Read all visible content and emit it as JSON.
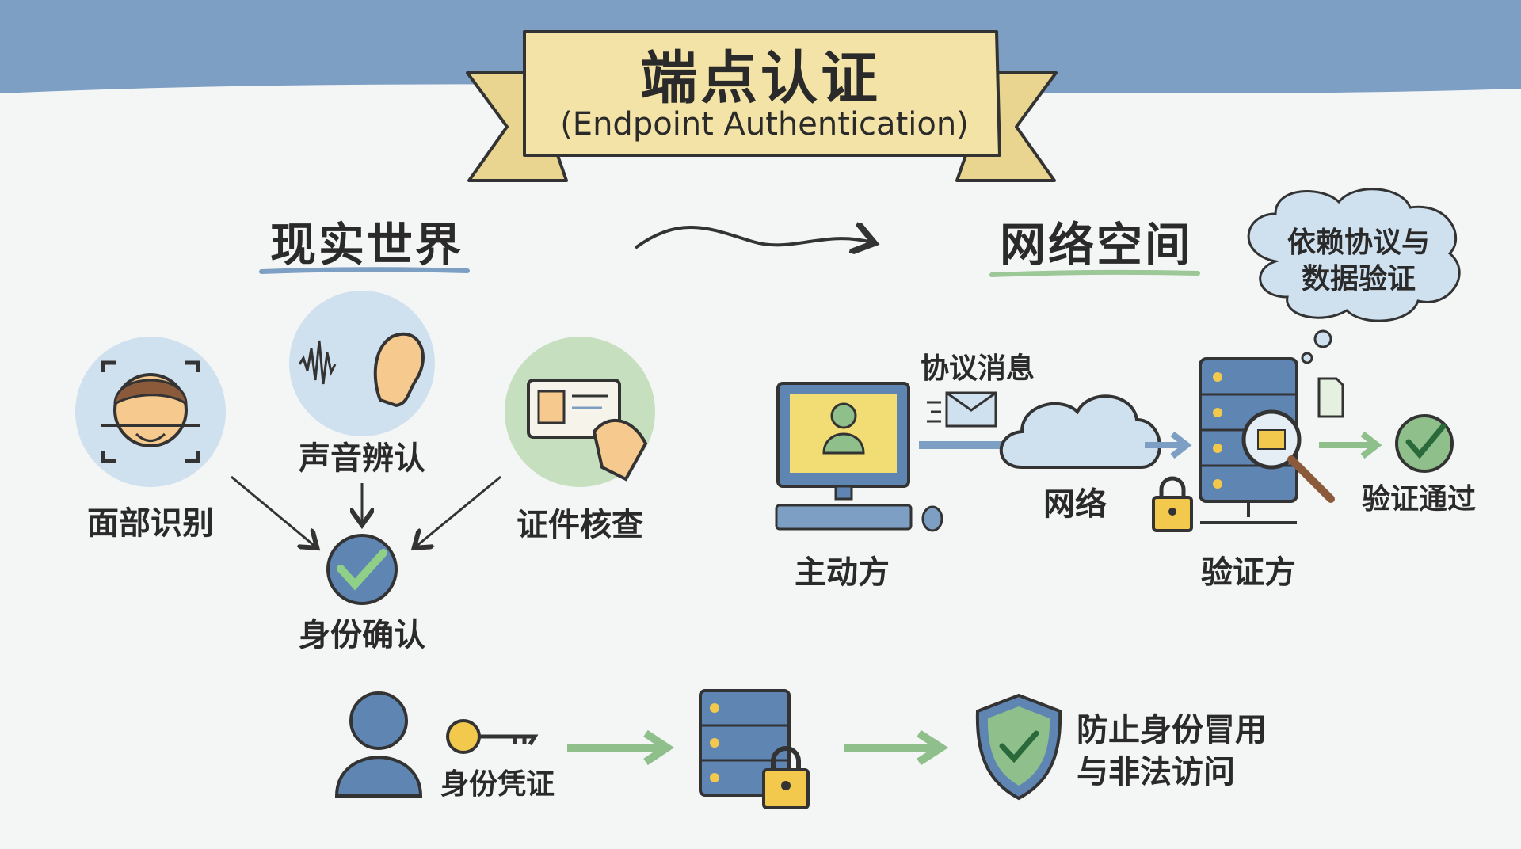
{
  "banner": {
    "title": "端点认证",
    "subtitle": "(Endpoint Authentication)"
  },
  "real_world": {
    "heading": "现实世界",
    "methods": [
      {
        "label": "面部识别",
        "icon": "face-scan-icon"
      },
      {
        "label": "声音辨认",
        "icon": "ear-sound-icon"
      },
      {
        "label": "证件核查",
        "icon": "id-card-icon"
      }
    ],
    "result": "身份确认"
  },
  "cyberspace": {
    "heading": "网络空间",
    "thought_bubble": [
      "依赖协议与",
      "数据验证"
    ],
    "message_label": "协议消息",
    "initiator": "主动方",
    "network": "网络",
    "verifier": "验证方",
    "passed": "验证通过"
  },
  "bottom": {
    "credential": "身份凭证",
    "outcome": [
      "防止身份冒用",
      "与非法访问"
    ]
  },
  "colors": {
    "top_band": "#7c9fc3",
    "banner": "#f3e3a6",
    "blue": "#5f86b3",
    "green": "#8fbf8a",
    "yellow": "#f2c94c"
  }
}
